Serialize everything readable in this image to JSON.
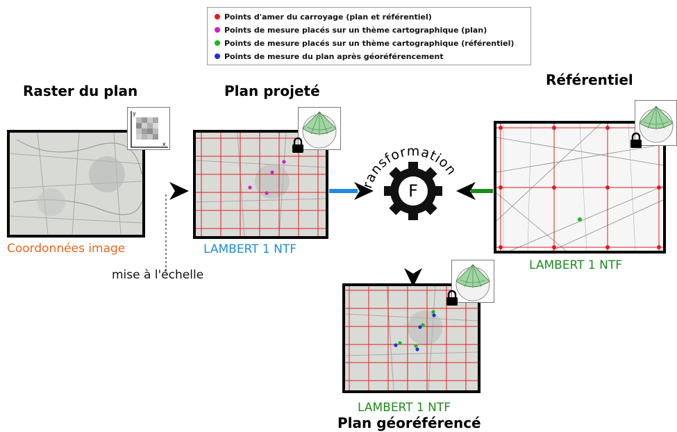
{
  "legend": {
    "items": [
      {
        "label": "Points d'amer du carroyage (plan et référentiel)",
        "color": "#e31b1b"
      },
      {
        "label": "Points de mesure placés sur un thème cartographique (plan)",
        "color": "#d61ec9"
      },
      {
        "label": "Points de mesure placés sur un thème cartographique (référentiel)",
        "color": "#19b819"
      },
      {
        "label": "Points de mesure du plan après géoréférencement",
        "color": "#1f2fd6"
      }
    ]
  },
  "raster": {
    "title": "Raster du plan",
    "caption": "Coordonnées image",
    "caption_color": "#e8651c",
    "axis_y": "y",
    "axis_x": "x"
  },
  "scaling": {
    "label": "mise à l'échelle"
  },
  "projected": {
    "title": "Plan projeté",
    "caption": "LAMBERT 1 NTF",
    "caption_color": "#1f8be0"
  },
  "transformation": {
    "label": "Transformation",
    "symbol": "F"
  },
  "reference": {
    "title": "Référentiel",
    "caption": "LAMBERT 1 NTF",
    "caption_color": "#1d8a1d"
  },
  "georef": {
    "title": "Plan géoréférencé",
    "caption": "LAMBERT 1 NTF",
    "caption_color": "#1d8a1d"
  },
  "icons": {
    "projection": "projection-cone-icon",
    "lock": "lock-icon",
    "gear": "gear-icon"
  }
}
